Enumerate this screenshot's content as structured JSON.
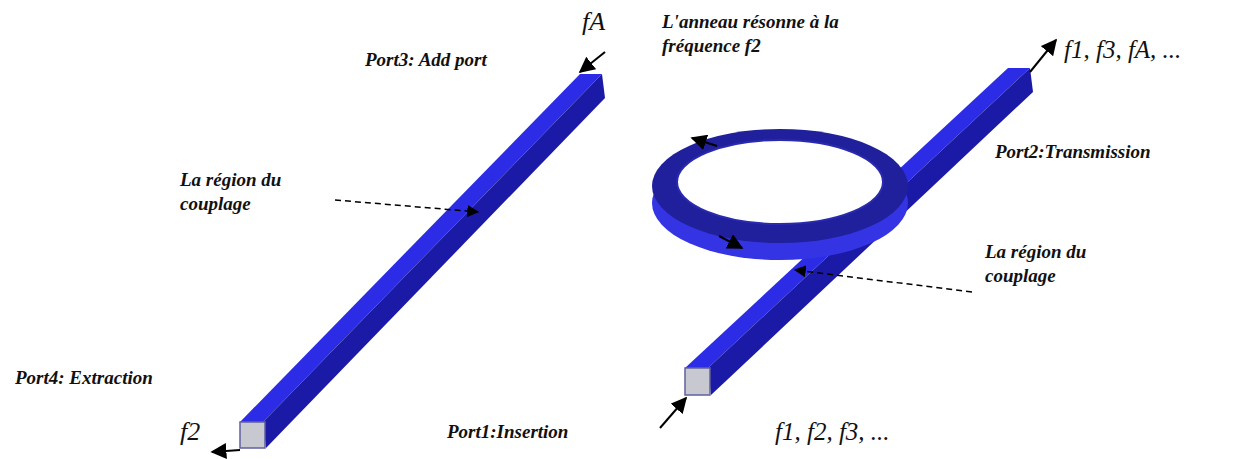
{
  "diagram": {
    "labels": [
      "fA",
      "Port3: Add port",
      "L'anneau résonne à la fréquence f2",
      "f1, f3, fA, ...",
      "Port2:Transmission",
      "La région du couplage",
      "La région du couplage",
      "Port4: Extraction",
      "f2",
      "Port1:Insertion",
      "f1, f2, f3, ..."
    ]
  }
}
